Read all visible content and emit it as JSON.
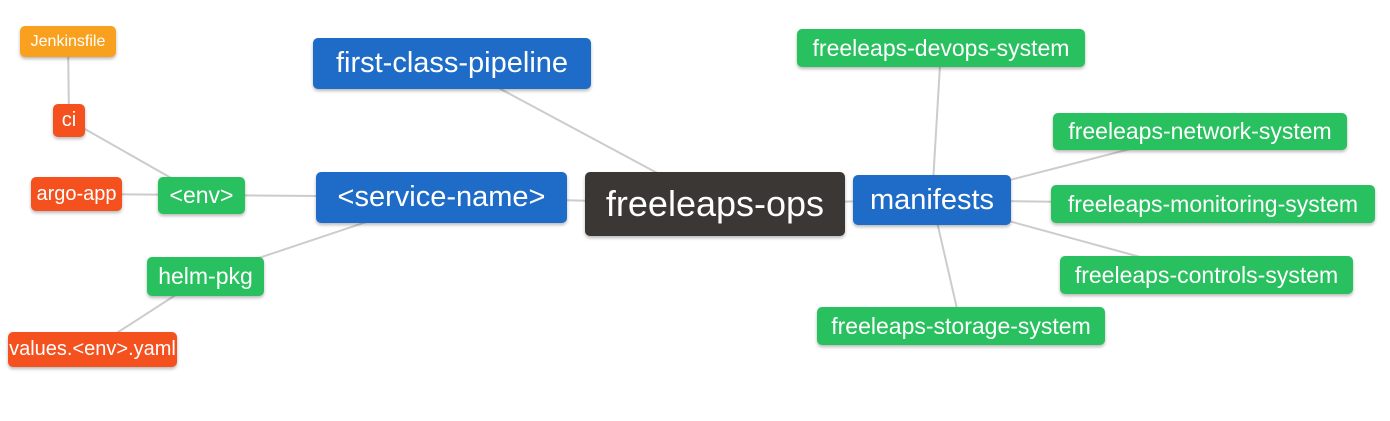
{
  "diagram": {
    "type": "mindmap",
    "root_label": "freeleaps-ops",
    "palette": {
      "root_bg": "#3B3734",
      "branch_bg": "#1E6CC7",
      "leaf_green_bg": "#29C05F",
      "leaf_red_bg": "#F4511E",
      "leaf_orange_bg": "#F9A11E",
      "edge_line": "#CCCCCC",
      "node_text": "#FFFFFF",
      "background": "#FFFFFF"
    },
    "nodes": [
      {
        "id": "jenkinsfile",
        "label": "Jenkinsfile"
      },
      {
        "id": "ci",
        "label": "ci"
      },
      {
        "id": "argo-app",
        "label": "argo-app"
      },
      {
        "id": "env",
        "label": "<env>"
      },
      {
        "id": "helm-pkg",
        "label": "helm-pkg"
      },
      {
        "id": "values-env-yaml",
        "label": "values.<env>.yaml"
      },
      {
        "id": "first-class-pipeline",
        "label": "first-class-pipeline"
      },
      {
        "id": "service-name",
        "label": "<service-name>"
      },
      {
        "id": "freeleaps-ops",
        "label": "freeleaps-ops"
      },
      {
        "id": "manifests",
        "label": "manifests"
      },
      {
        "id": "freeleaps-devops-system",
        "label": "freeleaps-devops-system"
      },
      {
        "id": "freeleaps-network-system",
        "label": "freeleaps-network-system"
      },
      {
        "id": "freeleaps-monitoring-system",
        "label": "freeleaps-monitoring-system"
      },
      {
        "id": "freeleaps-controls-system",
        "label": "freeleaps-controls-system"
      },
      {
        "id": "freeleaps-storage-system",
        "label": "freeleaps-storage-system"
      }
    ],
    "edges": [
      {
        "from": "Jenkinsfile",
        "to": "ci"
      },
      {
        "from": "ci",
        "to": "<env>"
      },
      {
        "from": "argo-app",
        "to": "<env>"
      },
      {
        "from": "<env>",
        "to": "<service-name>"
      },
      {
        "from": "helm-pkg",
        "to": "<service-name>"
      },
      {
        "from": "values.<env>.yaml",
        "to": "helm-pkg"
      },
      {
        "from": "first-class-pipeline",
        "to": "freeleaps-ops"
      },
      {
        "from": "<service-name>",
        "to": "freeleaps-ops"
      },
      {
        "from": "manifests",
        "to": "freeleaps-ops"
      },
      {
        "from": "freeleaps-devops-system",
        "to": "manifests"
      },
      {
        "from": "freeleaps-network-system",
        "to": "manifests"
      },
      {
        "from": "freeleaps-monitoring-system",
        "to": "manifests"
      },
      {
        "from": "freeleaps-controls-system",
        "to": "manifests"
      },
      {
        "from": "freeleaps-storage-system",
        "to": "manifests"
      }
    ]
  }
}
